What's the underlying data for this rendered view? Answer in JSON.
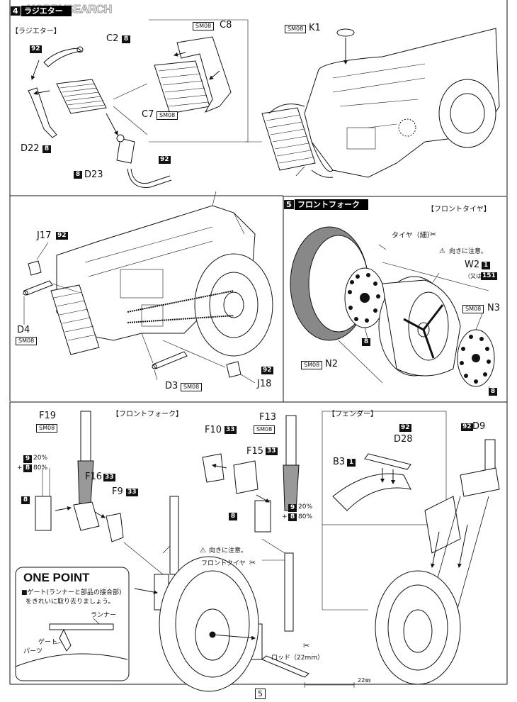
{
  "watermark": "HOBBYSEARCH",
  "page_number": "5",
  "step4": {
    "number": "4",
    "title": "ラジエター",
    "bracket": "【ラジエター】",
    "labels": {
      "c2": "C2",
      "c2_badge": "8",
      "c8": "C8",
      "c8_sm": "SM08",
      "c7": "C7",
      "c7_sm": "SM08",
      "d22": "D22",
      "d22_badge": "8",
      "d23": "D23",
      "d23_badge": "8",
      "hose_badge_top": "92",
      "hose_badge_bottom": "92",
      "k1": "K1",
      "k1_sm": "SM08"
    }
  },
  "frame_step": {
    "j17": "J17",
    "j17_badge": "92",
    "d4": "D4",
    "d4_sm": "SM08",
    "d3": "D3",
    "d3_sm": "SM08",
    "j18": "J18",
    "j18_badge": "92"
  },
  "step5": {
    "number": "5",
    "title": "フロントフォーク",
    "bracket_tire": "【フロントタイヤ】",
    "tire_label": "タイヤ（細）",
    "caution": "向きに注意。",
    "w2": "W2",
    "w2_badge": "1",
    "w2_alt": "（又は",
    "w2_alt_badge": "151",
    "w2_alt_close": "）",
    "n3": "N3",
    "n3_sm": "SM08",
    "n2": "N2",
    "n2_sm": "SM08",
    "disc_badge": "8",
    "disc_badge2": "8"
  },
  "fork_section": {
    "bracket": "【フロントフォーク】",
    "f19": "F19",
    "f19_sm": "SM08",
    "mix1_a_badge": "9",
    "mix1_a_pct": "20%",
    "mix1_b_badge": "8",
    "mix1_b_pct": "80%",
    "f16": "F16",
    "f16_badge": "33",
    "f9": "F9",
    "f9_badge": "33",
    "left_badge": "8",
    "f10": "F10",
    "f10_badge": "33",
    "f13": "F13",
    "f13_sm": "SM08",
    "f15": "F15",
    "f15_badge": "33",
    "mix2_a_badge": "9",
    "mix2_a_pct": "20%",
    "mix2_b_badge": "8",
    "mix2_b_pct": "80%",
    "right_badge": "8",
    "caution": "向きに注意。",
    "front_tire": "フロントタイヤ",
    "rod": "ロッド（22mm）",
    "scale_label": "22㎜"
  },
  "fender": {
    "bracket": "【フェンダー】",
    "b3": "B3",
    "b3_badge": "1",
    "d28": "D28",
    "d28_badge": "92",
    "d9": "D9",
    "d9_badge": "92"
  },
  "one_point": {
    "title": "ONE POINT",
    "line1": "■ゲート(ランナーと部品の接合部)",
    "line2": "をきれいに取り去りましょう。",
    "runner": "ランナー",
    "gate": "ゲート",
    "parts": "パーツ"
  }
}
